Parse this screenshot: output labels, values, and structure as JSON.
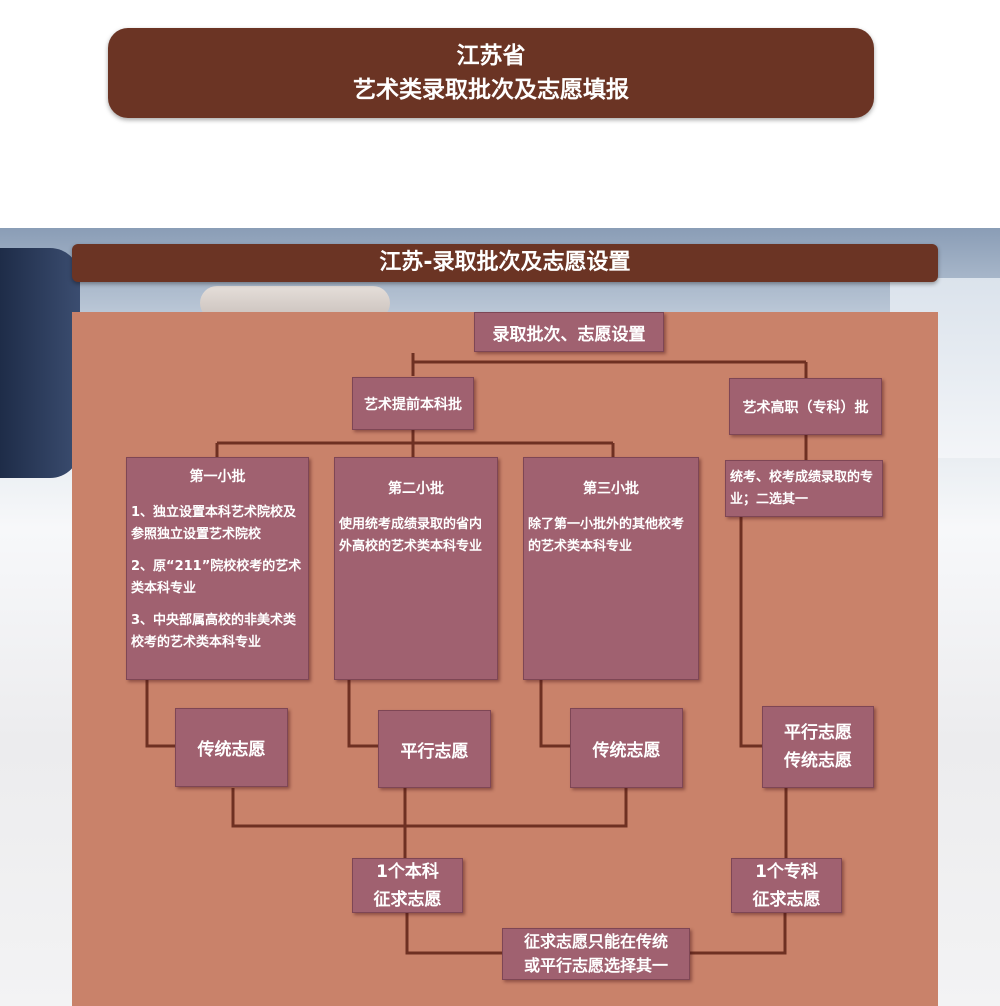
{
  "header": {
    "line1": "江苏省",
    "line2": "艺术类录取批次及志愿填报"
  },
  "section_title": "江苏-录取批次及志愿设置",
  "diagram": {
    "root": "录取批次、志愿设置",
    "branch_left": "艺术提前本科批",
    "branch_right": "艺术高职（专科）批",
    "batch1": {
      "title": "第一小批",
      "items": [
        "1、独立设置本科艺术院校及参照独立设置艺术院校",
        "2、原“211”院校校考的艺术类本科专业",
        "3、中央部属高校的非美术类校考的艺术类本科专业"
      ]
    },
    "batch2": {
      "title": "第二小批",
      "desc": "使用统考成绩录取的省内外高校的艺术类本科专业"
    },
    "batch3": {
      "title": "第三小批",
      "desc": "除了第一小批外的其他校考的艺术类本科专业"
    },
    "vocational_desc": "统考、校考成绩录取的专业；二选其一",
    "vol1": "传统志愿",
    "vol2": "平行志愿",
    "vol3": "传统志愿",
    "vol4_line1": "平行志愿",
    "vol4_line2": "传统志愿",
    "solicit_bachelor_line1": "1个本科",
    "solicit_bachelor_line2": "征求志愿",
    "solicit_vocational_line1": "1个专科",
    "solicit_vocational_line2": "征求志愿",
    "note_line1": "征求志愿只能在传统",
    "note_line2": "或平行志愿选择其一"
  }
}
